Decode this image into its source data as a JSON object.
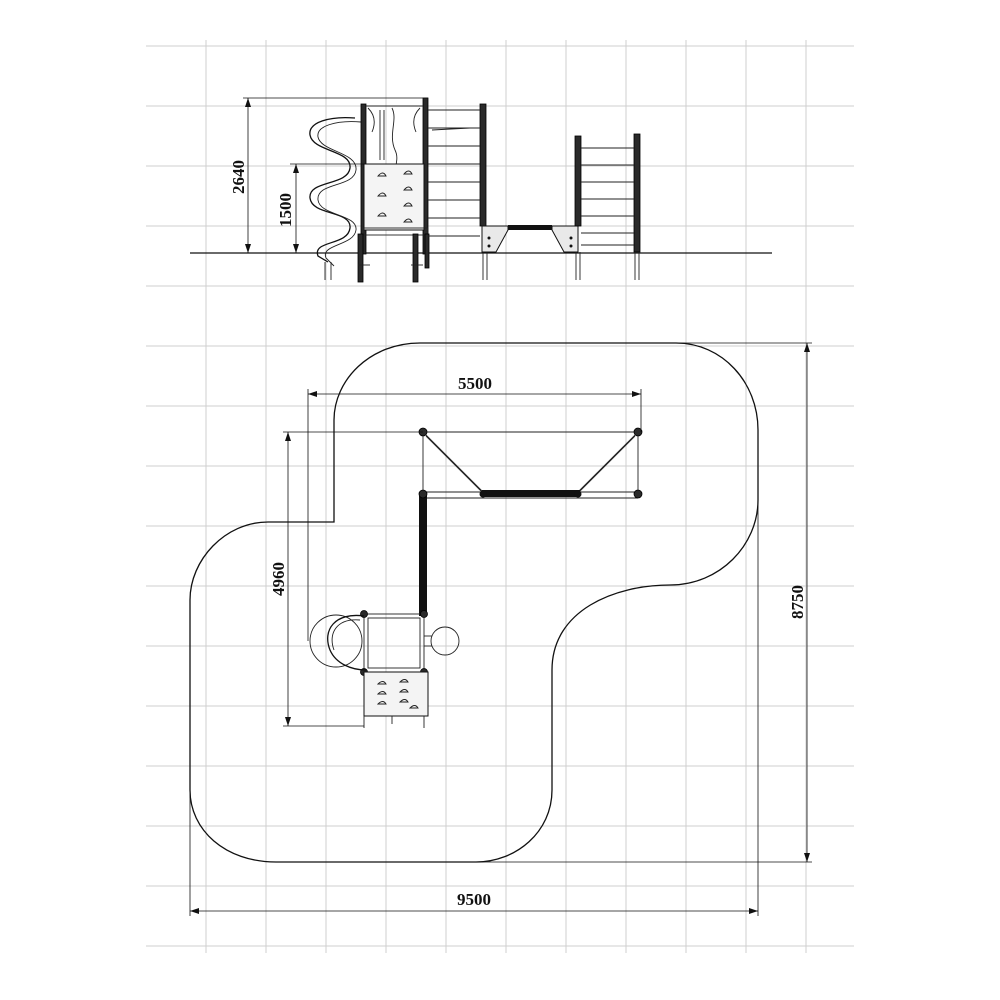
{
  "elevation": {
    "height_total": "2640",
    "height_platform": "1500"
  },
  "plan": {
    "length_top": "5500",
    "depth_left": "4960",
    "area_height": "8750",
    "area_width": "9500"
  }
}
